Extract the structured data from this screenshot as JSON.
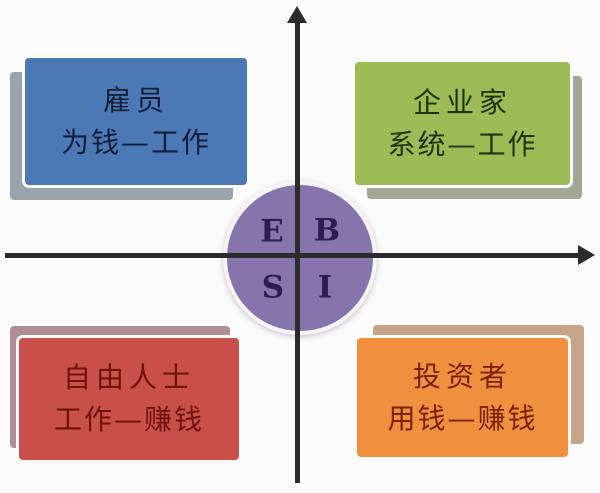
{
  "background": "#fcfbfb",
  "axes": {
    "color": "#2b2b2b"
  },
  "circle": {
    "fill": "#8874ad",
    "ring": "#f6f4f6",
    "letter_color": "#2e1d4e",
    "letters": {
      "top_left": "E",
      "top_right": "B",
      "bottom_left": "S",
      "bottom_right": "I"
    }
  },
  "quadrants": {
    "top_left": {
      "title": "雇员",
      "subtitle": "为钱—工作",
      "fill": "#4b79b5",
      "text_color": "#141d38",
      "shadow": "#9aa2ac"
    },
    "top_right": {
      "title": "企业家",
      "subtitle": "系统—工作",
      "fill": "#9cbc55",
      "text_color": "#20330f",
      "shadow": "#a3a795"
    },
    "bottom_left": {
      "title": "自由人士",
      "subtitle": "工作—赚钱",
      "fill": "#c94f4b",
      "text_color": "#6f130d",
      "shadow": "#ad8f94"
    },
    "bottom_right": {
      "title": "投资者",
      "subtitle": "用钱—赚钱",
      "fill": "#f0903f",
      "text_color": "#7a2105",
      "shadow": "#c6a488"
    }
  }
}
